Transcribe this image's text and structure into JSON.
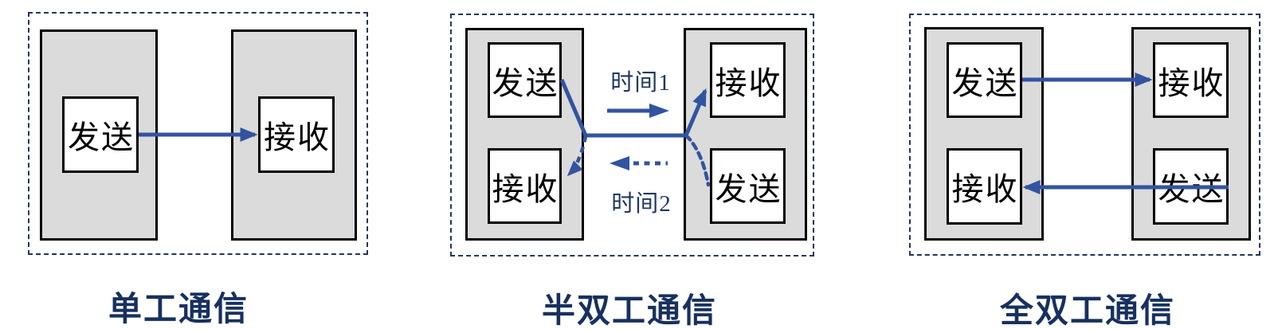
{
  "colors": {
    "arrow_blue": "#3254A0",
    "label_navy": "#1F3864",
    "caption_navy": "#17305F",
    "device_gray": "#DBDBDB",
    "box_border": "#000000",
    "frame_dashed_navy": "#24365E",
    "background": "#FFFFFF"
  },
  "panels": [
    {
      "id": "simplex",
      "caption": "单工通信",
      "left_device": {
        "boxes": [
          {
            "label": "发送",
            "role": "sender"
          }
        ]
      },
      "right_device": {
        "boxes": [
          {
            "label": "接收",
            "role": "receiver"
          }
        ]
      },
      "arrows": [
        {
          "name": "send-to-receive",
          "style": "solid",
          "direction": "right"
        }
      ]
    },
    {
      "id": "half-duplex",
      "caption": "半双工通信",
      "left_device": {
        "boxes": [
          {
            "label": "发送",
            "role": "sender"
          },
          {
            "label": "接收",
            "role": "receiver"
          }
        ]
      },
      "right_device": {
        "boxes": [
          {
            "label": "接收",
            "role": "receiver"
          },
          {
            "label": "发送",
            "role": "sender"
          }
        ]
      },
      "time_labels": [
        {
          "label": "时间1",
          "arrow": "solid-right"
        },
        {
          "label": "时间2",
          "arrow": "dashed-left"
        }
      ],
      "arrows": [
        {
          "name": "time1-left-send-to-right-receive",
          "style": "solid",
          "direction": "right"
        },
        {
          "name": "time2-right-send-to-left-receive",
          "style": "dashed",
          "direction": "left"
        }
      ]
    },
    {
      "id": "full-duplex",
      "caption": "全双工通信",
      "left_device": {
        "boxes": [
          {
            "label": "发送",
            "role": "sender"
          },
          {
            "label": "接收",
            "role": "receiver"
          }
        ]
      },
      "right_device": {
        "boxes": [
          {
            "label": "接收",
            "role": "receiver"
          },
          {
            "label": "发送",
            "role": "sender"
          }
        ]
      },
      "arrows": [
        {
          "name": "top-send-to-receive",
          "style": "solid",
          "direction": "right"
        },
        {
          "name": "bottom-send-to-receive",
          "style": "solid",
          "direction": "left"
        }
      ]
    }
  ]
}
